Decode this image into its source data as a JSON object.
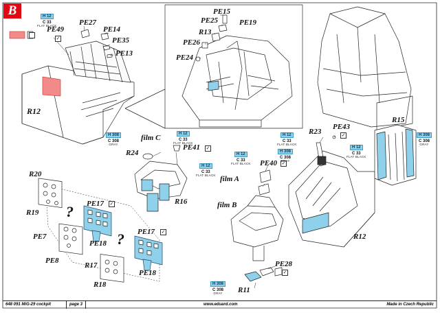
{
  "section": "B",
  "labels": {
    "r12_left": "R12",
    "pe49": "PE49",
    "pe27": "PE27",
    "pe14": "PE14",
    "pe35": "PE35",
    "pe13": "PE13",
    "pe15": "PE15",
    "pe25": "PE25",
    "pe19": "PE19",
    "r13": "R13",
    "pe26": "PE26",
    "pe24": "PE24",
    "film_c": "film C",
    "r24": "R24",
    "pe41": "PE41",
    "r16": "R16",
    "r20": "R20",
    "r19": "R19",
    "pe7": "PE7",
    "pe8": "PE8",
    "pe17_a": "PE17",
    "pe18_a": "PE18",
    "pe17_b": "PE17",
    "pe18_b": "PE18",
    "r17": "R17",
    "r18": "R18",
    "r23": "R23",
    "pe43": "PE43",
    "r15": "R15",
    "pe40": "PE40",
    "film_a": "film A",
    "film_b": "film B",
    "r12_right": "R12",
    "pe28": "PE28",
    "r11": "R11"
  },
  "question_mark": "?",
  "paint_callouts": {
    "flat_black": {
      "code": "H 12",
      "mix": "C 33",
      "name": "FLAT BLACK"
    },
    "gray": {
      "code": "H 308",
      "mix": "C 308",
      "name": "GRAY"
    }
  },
  "colors": {
    "section_badge": "#e30613",
    "paint_code_fill": "#8fd0ea",
    "panel_highlight": "#8fd0ea",
    "pink_panel": "#f28a8a",
    "line": "#222222"
  },
  "footer": {
    "left": "648 091 MiG-29 cockpit",
    "page": "page 3",
    "center": "www.eduard.com",
    "right": "Made in Czech Republic"
  }
}
